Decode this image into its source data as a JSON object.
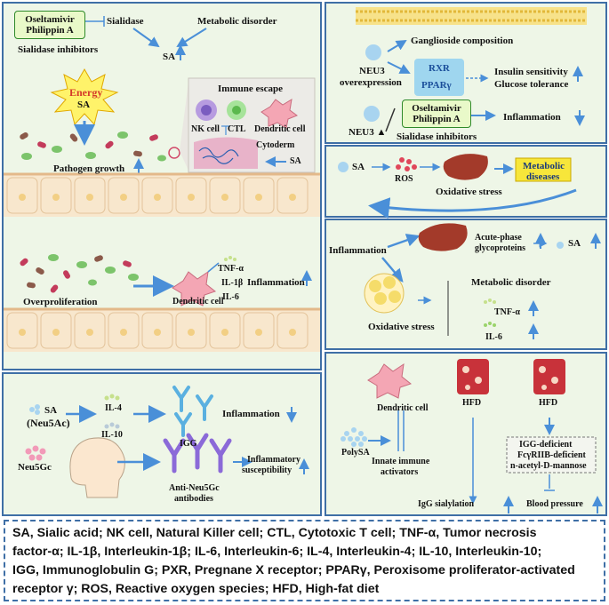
{
  "panel_a": {
    "drug1": "Oseltamivir",
    "drug2": "Philippin A",
    "sialidase": "Sialidase",
    "metabolic_disorder": "Metabolic disorder",
    "inhibitors": "Sialidase inhibitors",
    "sa": "SA",
    "energy": "Energy",
    "energy_sa": "SA",
    "immune_escape": "Immune escape",
    "nk": "NK cell",
    "ctl": "CTL",
    "dendritic": "Dendritic cell",
    "cytoderm": "Cytoderm",
    "sa2": "SA",
    "pathogen_growth": "Pathogen growth",
    "overproliferation": "Overproliferation",
    "dendritic2": "Dendritic cell",
    "tnf": "TNF-α",
    "il1": "IL-1β",
    "il6": "IL-6",
    "inflammation": "Inflammation"
  },
  "panel_b": {
    "ganglioside": "Ganglioside composition",
    "neu3": "NEU3",
    "overexpression": "overexpression",
    "rxr": "RXR",
    "ppar": "PPARγ",
    "insulin": "Insulin sensitivity",
    "glucose": "Glucose tolerance",
    "drug1": "Oseltamivir",
    "drug2": "Philippin A",
    "inflammation": "Inflammation",
    "neu3b": "NEU3 ▲",
    "inhibitors": "Sialidase inhibitors"
  },
  "panel_c": {
    "sa": "SA",
    "ros": "ROS",
    "metabolic1": "Metabolic",
    "metabolic2": "diseases",
    "oxidative": "Oxidative stress"
  },
  "panel_d": {
    "inflammation": "Inflammation",
    "acute1": "Acute-phase",
    "acute2": "glycoproteins",
    "sa": "SA",
    "metabolic_disorder": "Metabolic disorder",
    "tnf": "TNF-α",
    "il6": "IL-6",
    "oxidative": "Oxidative stress"
  },
  "panel_e": {
    "sa": "SA",
    "neu5ac": "(Neu5Ac)",
    "il4": "IL-4",
    "il10": "IL-10",
    "igg": "IGG",
    "inflammation": "Inflammation",
    "neu5gc": "Neu5Gc",
    "anti1": "Anti-Neu5Gc",
    "anti2": "antibodies",
    "infl_sus1": "Inflammatory",
    "infl_sus2": "susceptibility"
  },
  "panel_f": {
    "dendritic": "Dendritic cell",
    "hfd1": "HFD",
    "hfd2": "HFD",
    "polysa": "PolySA",
    "innate1": "Innate immune",
    "innate2": "activators",
    "igg_def": "IGG-deficient",
    "fcg": "FcγRIIB-deficient",
    "nacetyl": "n-acetyl-D-mannose",
    "igg_sial": "IgG sialylation",
    "bp": "Blood pressure"
  },
  "legend": {
    "line1": "SA, Sialic acid; NK cell, Natural Killer cell; CTL, Cytotoxic T cell; TNF-α, Tumor necrosis",
    "line2": "factor-α; IL-1β, Interleukin-1β; IL-6, Interleukin-6; IL-4, Interleukin-4; IL-10, Interleukin-10;",
    "line3": "IGG, Immunoglobulin G; PXR, Pregnane X receptor; PPARγ, Peroxisome proliferator-activated",
    "line4": "receptor γ; ROS, Reactive oxygen species; HFD, High-fat diet"
  },
  "colors": {
    "panel_bg": "#eef6e7",
    "border": "#3f6fa6",
    "arrow": "#4a8fd8",
    "liver": "#a33a2a",
    "membrane": "#f2d24a"
  }
}
